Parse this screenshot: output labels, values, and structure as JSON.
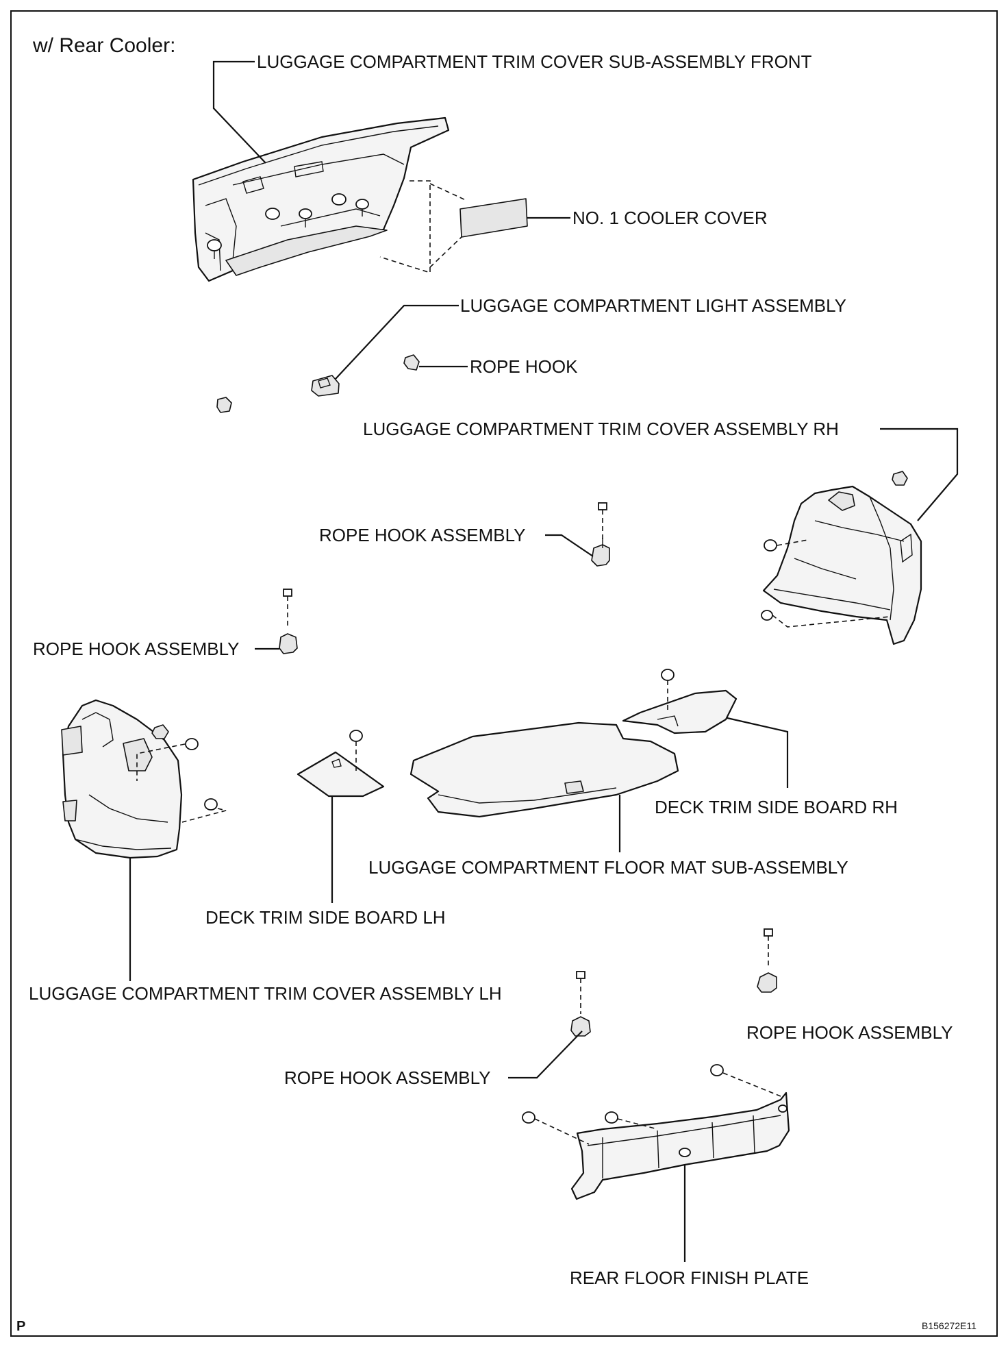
{
  "heading": "w/ Rear Cooler:",
  "labels": {
    "trim_front": "LUGGAGE COMPARTMENT TRIM COVER SUB-ASSEMBLY FRONT",
    "cooler_cover": "NO. 1 COOLER COVER",
    "light": "LUGGAGE COMPARTMENT LIGHT ASSEMBLY",
    "rope_hook": "ROPE HOOK",
    "trim_rh": "LUGGAGE COMPARTMENT TRIM COVER ASSEMBLY RH",
    "rope_hook_assy_upper": "ROPE HOOK ASSEMBLY",
    "rope_hook_assy_left": "ROPE HOOK ASSEMBLY",
    "deck_rh": "DECK TRIM SIDE BOARD RH",
    "floor_mat": "LUGGAGE COMPARTMENT FLOOR MAT SUB-ASSEMBLY",
    "deck_lh": "DECK TRIM SIDE BOARD LH",
    "trim_lh": "LUGGAGE COMPARTMENT TRIM COVER ASSEMBLY LH",
    "rope_hook_assy_right": "ROPE HOOK ASSEMBLY",
    "rope_hook_assy_lower": "ROPE HOOK ASSEMBLY",
    "finish_plate": "REAR FLOOR FINISH PLATE"
  },
  "footer": {
    "corner_mark": "P",
    "figure_code": "B156272E11"
  }
}
